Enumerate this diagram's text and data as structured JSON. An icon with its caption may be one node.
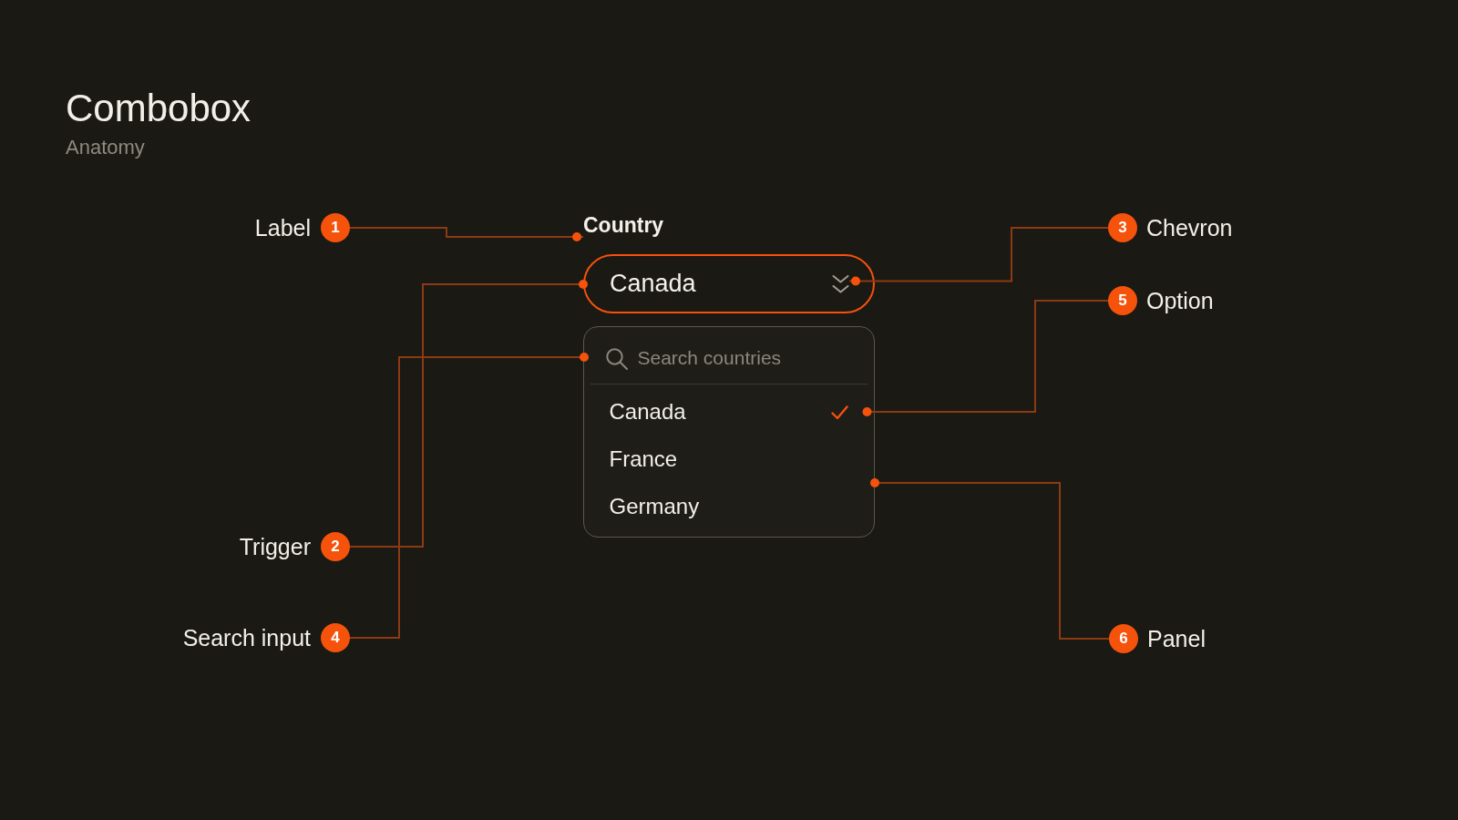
{
  "diagram": {
    "title": "Combobox",
    "nodes": [
      {
        "text": [
          "Country"
        ]
      },
      {
        "text": [
          "Canada"
        ]
      },
      {
        "text": [],
        "shape": "chevron",
        "in": 1
      },
      {
        "text": [],
        "shape": "box"
      },
      {
        "text": [
          "Search countries"
        ],
        "in": 3
      },
      {
        "text": [
          "Canada"
        ],
        "in": 3
      },
      {
        "text": [
          "France"
        ],
        "in": 3
      },
      {
        "text": [
          "Germany"
        ],
        "in": 3
      },
      {
        "text": [
          "1"
        ],
        "beside": [
          "Label"
        ]
      },
      {
        "text": [
          "2"
        ],
        "beside": [
          "Trigger"
        ]
      },
      {
        "text": [
          "3"
        ],
        "beside": [
          "Chevron"
        ]
      },
      {
        "text": [
          "4"
        ],
        "beside": [
          "Search input"
        ]
      },
      {
        "text": [
          "5"
        ],
        "beside": [
          "Option"
        ]
      },
      {
        "text": [
          "6"
        ],
        "beside": [
          "Panel"
        ]
      }
    ],
    "edges": [
      {
        "from": 8,
        "to": 0,
        "arrow": "other"
      },
      {
        "from": 9,
        "to": 1,
        "arrow": "other"
      },
      {
        "from": 10,
        "to": 2,
        "arrow": "other"
      },
      {
        "from": 11,
        "to": 4,
        "arrow": "other"
      },
      {
        "from": 12,
        "to": 5,
        "arrow": "other"
      },
      {
        "from": 13,
        "to": 3,
        "arrow": "other"
      }
    ],
    "labels": [
      "Anatomy"
    ]
  }
}
